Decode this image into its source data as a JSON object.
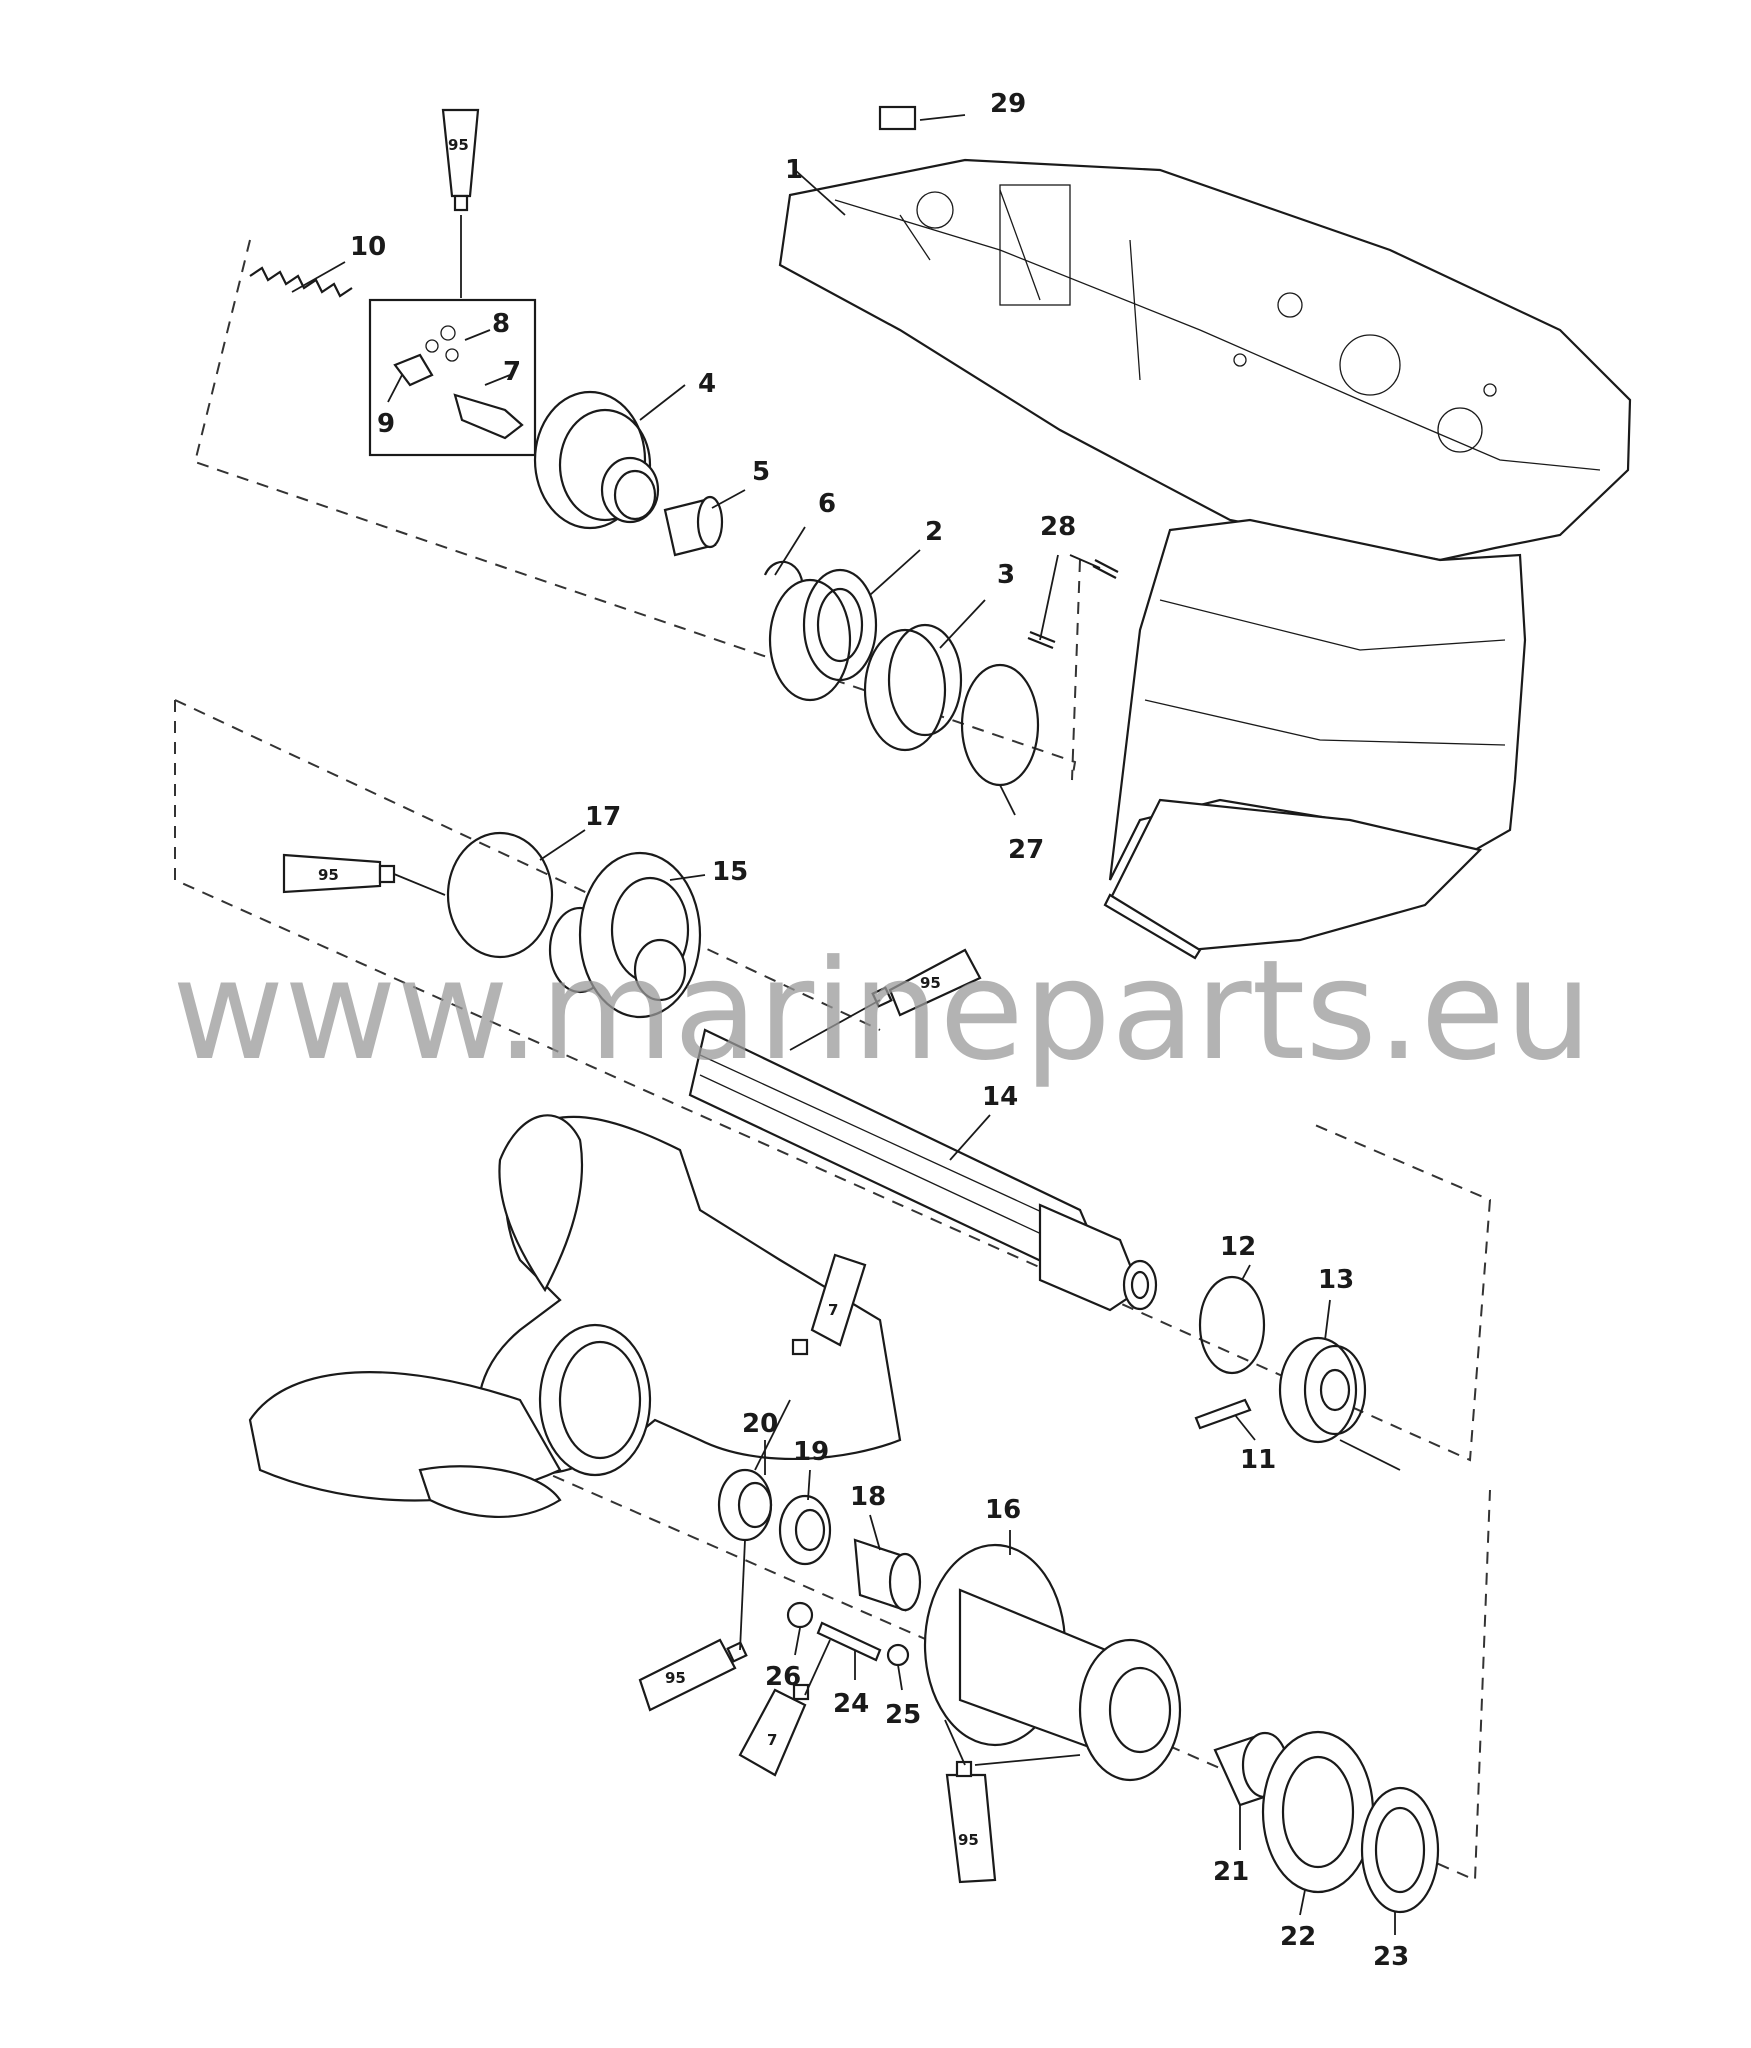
{
  "part_labels": {
    "p1": "1",
    "p2": "2",
    "p3": "3",
    "p4": "4",
    "p5": "5",
    "p6": "6",
    "p7": "7",
    "p8": "8",
    "p9": "9",
    "p10": "10",
    "p11": "11",
    "p12": "12",
    "p13": "13",
    "p14": "14",
    "p15": "15",
    "p16": "16",
    "p17": "17",
    "p18": "18",
    "p19": "19",
    "p20": "20",
    "p21": "21",
    "p22": "22",
    "p23": "23",
    "p24": "24",
    "p25": "25",
    "p26": "26",
    "p27": "27",
    "p28": "28",
    "p29": "29"
  },
  "lubricant_tubes": {
    "t95a": "95",
    "t95b": "95",
    "t95c": "95",
    "t95d": "95",
    "t95e": "95",
    "t7a": "7",
    "t7b": "7"
  },
  "watermark": "www.marineparts.eu"
}
